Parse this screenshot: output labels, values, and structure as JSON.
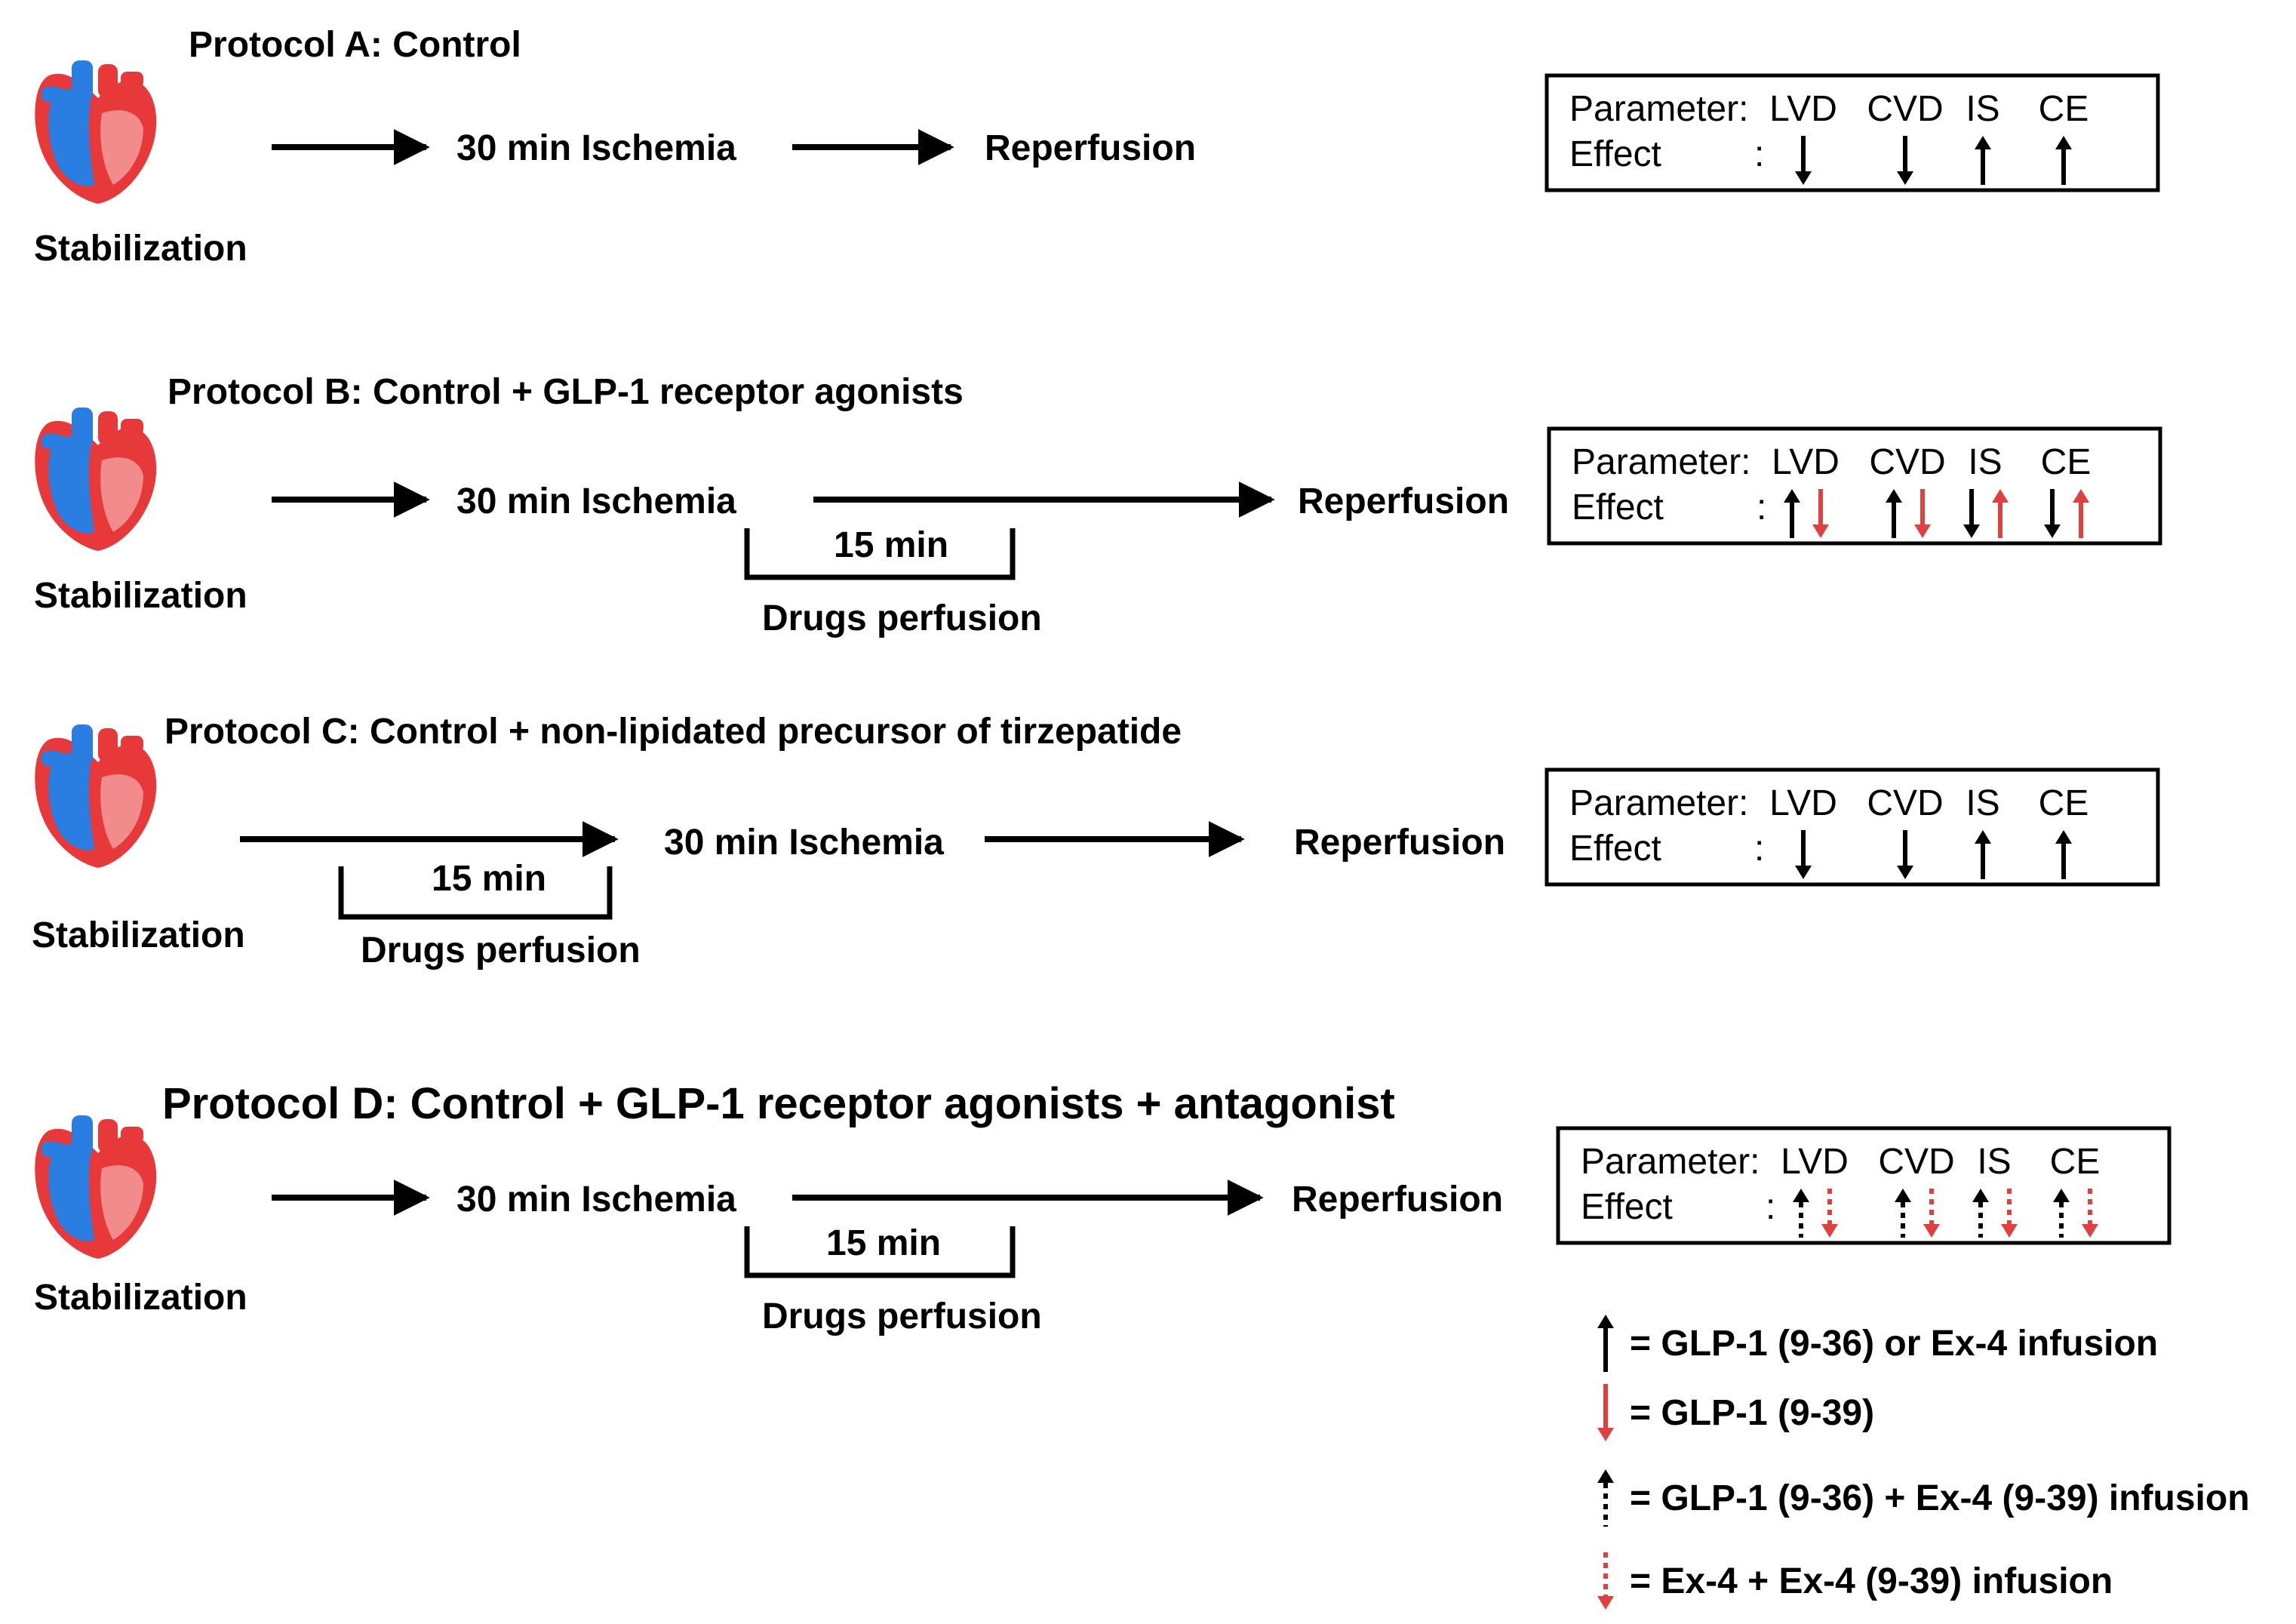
{
  "labels": {
    "stabilization": "Stabilization",
    "ischemia": "30 min Ischemia",
    "reperfusion": "Reperfusion",
    "fifteen_min": "15 min",
    "drugs_perfusion": "Drugs perfusion"
  },
  "protocols": [
    {
      "id": "A",
      "title": "Protocol A: Control"
    },
    {
      "id": "B",
      "title": "Protocol B: Control + GLP-1 receptor agonists"
    },
    {
      "id": "C",
      "title": "Protocol C: Control + non-lipidated precursor of tirzepatide"
    },
    {
      "id": "D",
      "title": "Protocol D: Control + GLP-1 receptor agonists + antagonist"
    }
  ],
  "param_box": {
    "parameter_label": "Parameter:",
    "effect_label": "Effect",
    "colon": ":",
    "columns": [
      "LVD",
      "CVD",
      "IS",
      "CE"
    ]
  },
  "effects": {
    "A": [
      [
        "down"
      ],
      [
        "down"
      ],
      [
        "up"
      ],
      [
        "up"
      ]
    ],
    "B": [
      [
        "up",
        "red-down"
      ],
      [
        "up",
        "red-down"
      ],
      [
        "down",
        "red-up"
      ],
      [
        "down",
        "red-up"
      ]
    ],
    "C": [
      [
        "down"
      ],
      [
        "down"
      ],
      [
        "up"
      ],
      [
        "up"
      ]
    ],
    "D": [
      [
        "dotted-up",
        "dotted-red-down"
      ],
      [
        "dotted-up",
        "dotted-red-down"
      ],
      [
        "dotted-up",
        "dotted-red-down"
      ],
      [
        "dotted-up",
        "dotted-red-down"
      ]
    ]
  },
  "legend": [
    {
      "symbol": "up",
      "text": "= GLP-1 (9-36) or Ex-4 infusion"
    },
    {
      "symbol": "red-down",
      "text": "= GLP-1 (9-39)"
    },
    {
      "symbol": "dotted-up",
      "text": "= GLP-1 (9-36) + Ex-4 (9-39) infusion"
    },
    {
      "symbol": "dotted-red-down",
      "text": "= Ex-4 + Ex-4 (9-39) infusion"
    }
  ],
  "colors": {
    "black": "#000000",
    "red": "#e04040",
    "heart_red": "#e8393a",
    "heart_blue": "#2a7de1",
    "heart_pink": "#f28b8b"
  }
}
